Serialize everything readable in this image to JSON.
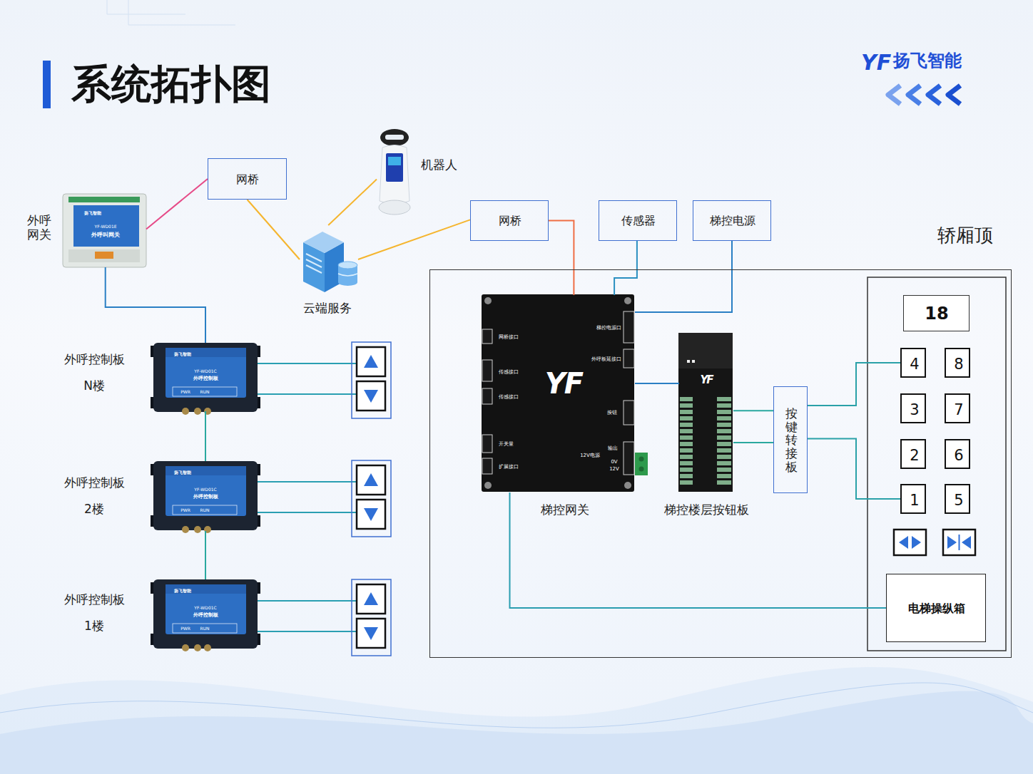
{
  "diagram": {
    "title": "系统拓扑图",
    "nodes": [
      {
        "text": [
          "外呼 网关",
          "扬飞智能",
          "YF-WD01E",
          "外呼叫网关"
        ]
      },
      {
        "text": [
          "网桥"
        ]
      },
      {
        "text": [
          "机器人"
        ]
      },
      {
        "text": [
          "云端服务"
        ]
      },
      {
        "text": [
          "网桥"
        ]
      },
      {
        "text": [
          "传感器"
        ]
      },
      {
        "text": [
          "梯控电源"
        ]
      },
      {
        "text": [
          "轿厢顶"
        ]
      },
      {
        "text": [
          "梯控网关",
          "网桥接口",
          "传感接口",
          "传感接口",
          "开关量",
          "扩展接口",
          "梯控电源口",
          "外呼板延接口",
          "按钮",
          "12V电源",
          "输出",
          "0V",
          "12V",
          "YF"
        ],
        "in": 7
      },
      {
        "text": [
          "梯控楼层按钮板",
          "YF"
        ],
        "in": 7
      },
      {
        "text": [
          "按键转接板"
        ],
        "in": 7
      },
      {
        "text": [
          "18"
        ],
        "in": 7
      },
      {
        "text": [
          "4"
        ],
        "in": 7
      },
      {
        "text": [
          "8"
        ],
        "in": 7
      },
      {
        "text": [
          "3"
        ],
        "in": 7
      },
      {
        "text": [
          "7"
        ],
        "in": 7
      },
      {
        "text": [
          "2"
        ],
        "in": 7
      },
      {
        "text": [
          "6"
        ],
        "in": 7
      },
      {
        "text": [
          "1"
        ],
        "in": 7
      },
      {
        "text": [
          "5"
        ],
        "in": 7
      },
      {
        "text": [
          "电梯操纵箱"
        ],
        "in": 7
      },
      {
        "text": [
          "外呼控制板",
          "N楼",
          "扬飞智能",
          "YF-WD01C",
          "外呼控制板",
          "PWR",
          "RUN"
        ]
      },
      {
        "text": [
          "外呼控制板",
          "2楼",
          "扬飞智能",
          "YF-WD01C",
          "外呼控制板",
          "PWR",
          "RUN"
        ]
      },
      {
        "text": [
          "外呼控制板",
          "1楼",
          "扬飞智能",
          "YF-WD01C",
          "外呼控制板",
          "PWR",
          "RUN"
        ]
      }
    ],
    "edges": [
      {
        "from": 0,
        "to": 1,
        "arrow": "none"
      },
      {
        "from": 1,
        "to": 3,
        "arrow": "none"
      },
      {
        "from": 2,
        "to": 3,
        "arrow": "none"
      },
      {
        "from": 3,
        "to": 4,
        "arrow": "none"
      },
      {
        "from": 4,
        "to": 8,
        "arrow": "none"
      },
      {
        "from": 5,
        "to": 8,
        "arrow": "none"
      },
      {
        "from": 6,
        "to": 8,
        "arrow": "none"
      },
      {
        "from": 8,
        "to": 9,
        "arrow": "none"
      },
      {
        "from": 9,
        "to": 10,
        "arrow": "none"
      },
      {
        "from": 9,
        "to": 10,
        "arrow": "none"
      },
      {
        "from": 10,
        "to": 12,
        "arrow": "none"
      },
      {
        "from": 10,
        "to": 18,
        "arrow": "none"
      },
      {
        "from": 8,
        "to": 20,
        "arrow": "none"
      },
      {
        "from": 0,
        "to": 21,
        "arrow": "none"
      },
      {
        "from": 21,
        "to": 22,
        "arrow": "none"
      },
      {
        "from": 22,
        "to": 23,
        "arrow": "none"
      }
    ],
    "labels": [
      "YF",
      "扬飞智能"
    ]
  }
}
